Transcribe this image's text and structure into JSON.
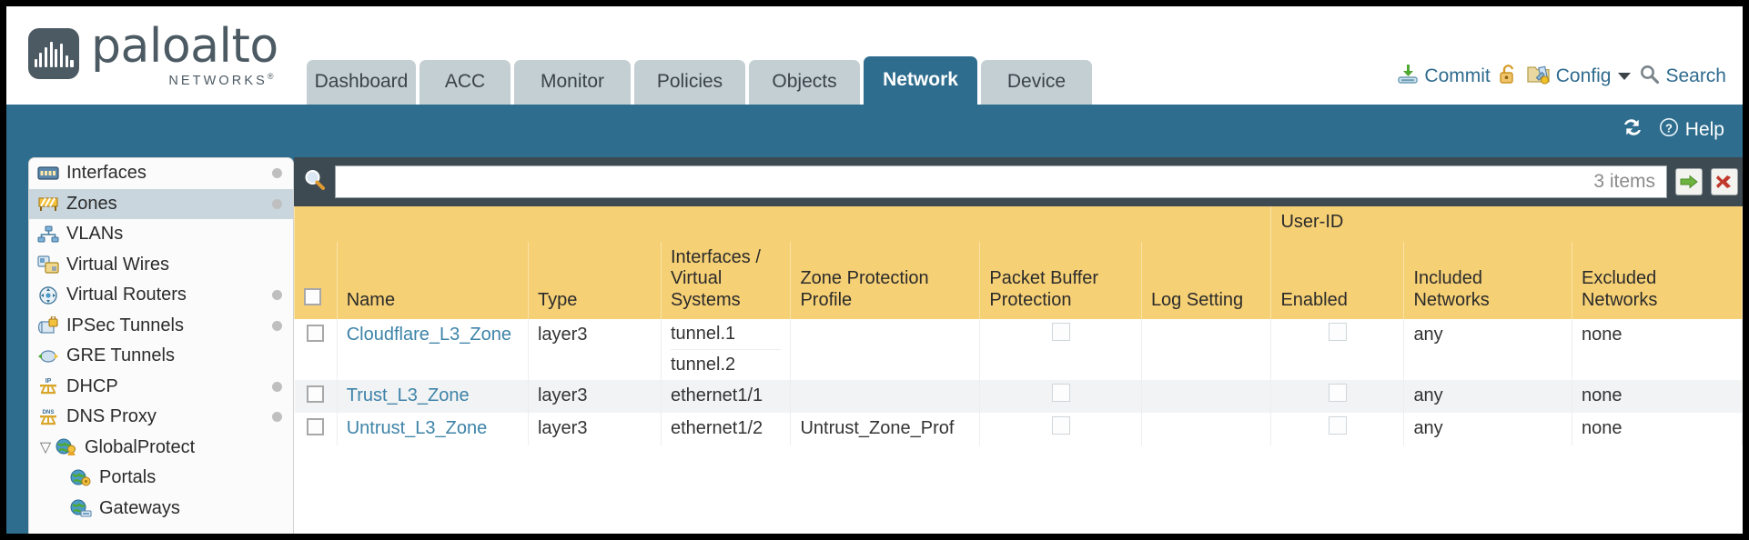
{
  "brand": {
    "name": "paloalto",
    "sub": "NETWORKS",
    "sub_mark": "®",
    "logo_icon": "signal-bars-logo"
  },
  "tabs": [
    {
      "label": "Dashboard",
      "active": false,
      "width": 120
    },
    {
      "label": "ACC",
      "active": false,
      "width": 100
    },
    {
      "label": "Monitor",
      "active": false,
      "width": 128
    },
    {
      "label": "Policies",
      "active": false,
      "width": 122
    },
    {
      "label": "Objects",
      "active": false,
      "width": 122
    },
    {
      "label": "Network",
      "active": true,
      "width": 125
    },
    {
      "label": "Device",
      "active": false,
      "width": 122
    }
  ],
  "header_actions": [
    {
      "label": "Commit",
      "icon": "commit-icon"
    },
    {
      "label": "",
      "icon": "unlock-padlock-icon"
    },
    {
      "label": "Config",
      "icon": "config-wrench-icon",
      "caret": true
    },
    {
      "label": "Search",
      "icon": "search-magnifier-icon"
    }
  ],
  "blueband": {
    "refresh_label": "",
    "refresh_icon": "refresh-icon",
    "help_label": "Help",
    "help_icon": "help-circle-icon"
  },
  "sidebar": {
    "items": [
      {
        "label": "Interfaces",
        "icon": "interfaces-icon",
        "selected": false,
        "dot": true,
        "child": false,
        "twisty": ""
      },
      {
        "label": "Zones",
        "icon": "zones-icon",
        "selected": true,
        "dot": true,
        "child": false,
        "twisty": ""
      },
      {
        "label": "VLANs",
        "icon": "vlans-icon",
        "selected": false,
        "dot": false,
        "child": false,
        "twisty": ""
      },
      {
        "label": "Virtual Wires",
        "icon": "virtual-wires-icon",
        "selected": false,
        "dot": false,
        "child": false,
        "twisty": ""
      },
      {
        "label": "Virtual Routers",
        "icon": "virtual-routers-icon",
        "selected": false,
        "dot": true,
        "child": false,
        "twisty": ""
      },
      {
        "label": "IPSec Tunnels",
        "icon": "ipsec-tunnels-icon",
        "selected": false,
        "dot": true,
        "child": false,
        "twisty": ""
      },
      {
        "label": "GRE Tunnels",
        "icon": "gre-tunnels-icon",
        "selected": false,
        "dot": false,
        "child": false,
        "twisty": ""
      },
      {
        "label": "DHCP",
        "icon": "dhcp-icon",
        "selected": false,
        "dot": true,
        "child": false,
        "twisty": ""
      },
      {
        "label": "DNS Proxy",
        "icon": "dns-proxy-icon",
        "selected": false,
        "dot": true,
        "child": false,
        "twisty": ""
      },
      {
        "label": "GlobalProtect",
        "icon": "globalprotect-icon",
        "selected": false,
        "dot": false,
        "child": false,
        "twisty": "▽"
      },
      {
        "label": "Portals",
        "icon": "portals-icon",
        "selected": false,
        "dot": false,
        "child": true,
        "twisty": ""
      },
      {
        "label": "Gateways",
        "icon": "gateways-icon",
        "selected": false,
        "dot": false,
        "child": true,
        "twisty": ""
      }
    ]
  },
  "search": {
    "value": "",
    "placeholder": "",
    "count_label": "3 items",
    "icon": "search-magnifier-icon",
    "apply_icon": "green-arrow-icon",
    "clear_icon": "red-x-icon"
  },
  "table": {
    "group_header": "User-ID",
    "columns": [
      "Name",
      "Type",
      "Interfaces / Virtual Systems",
      "Zone Protection Profile",
      "Packet Buffer Protection",
      "Log Setting",
      "Enabled",
      "Included Networks",
      "Excluded Networks"
    ],
    "rows": [
      {
        "name": "Cloudflare_L3_Zone",
        "type": "layer3",
        "interfaces": [
          "tunnel.1",
          "tunnel.2"
        ],
        "zone_protection_profile": "",
        "packet_buffer_protection": false,
        "log_setting": "",
        "userid_enabled": false,
        "included_networks": "any",
        "excluded_networks": "none"
      },
      {
        "name": "Trust_L3_Zone",
        "type": "layer3",
        "interfaces": [
          "ethernet1/1"
        ],
        "zone_protection_profile": "",
        "packet_buffer_protection": false,
        "log_setting": "",
        "userid_enabled": false,
        "included_networks": "any",
        "excluded_networks": "none"
      },
      {
        "name": "Untrust_L3_Zone",
        "type": "layer3",
        "interfaces": [
          "ethernet1/2"
        ],
        "zone_protection_profile": "Untrust_Zone_Prof",
        "packet_buffer_protection": false,
        "log_setting": "",
        "userid_enabled": false,
        "included_networks": "any",
        "excluded_networks": "none"
      }
    ]
  },
  "colors": {
    "brand_blue": "#2e6d8e",
    "header_gold": "#f6d075",
    "group_gold": "#ddab3c",
    "slate": "#3d4a52",
    "link_blue": "#3d83a8"
  }
}
